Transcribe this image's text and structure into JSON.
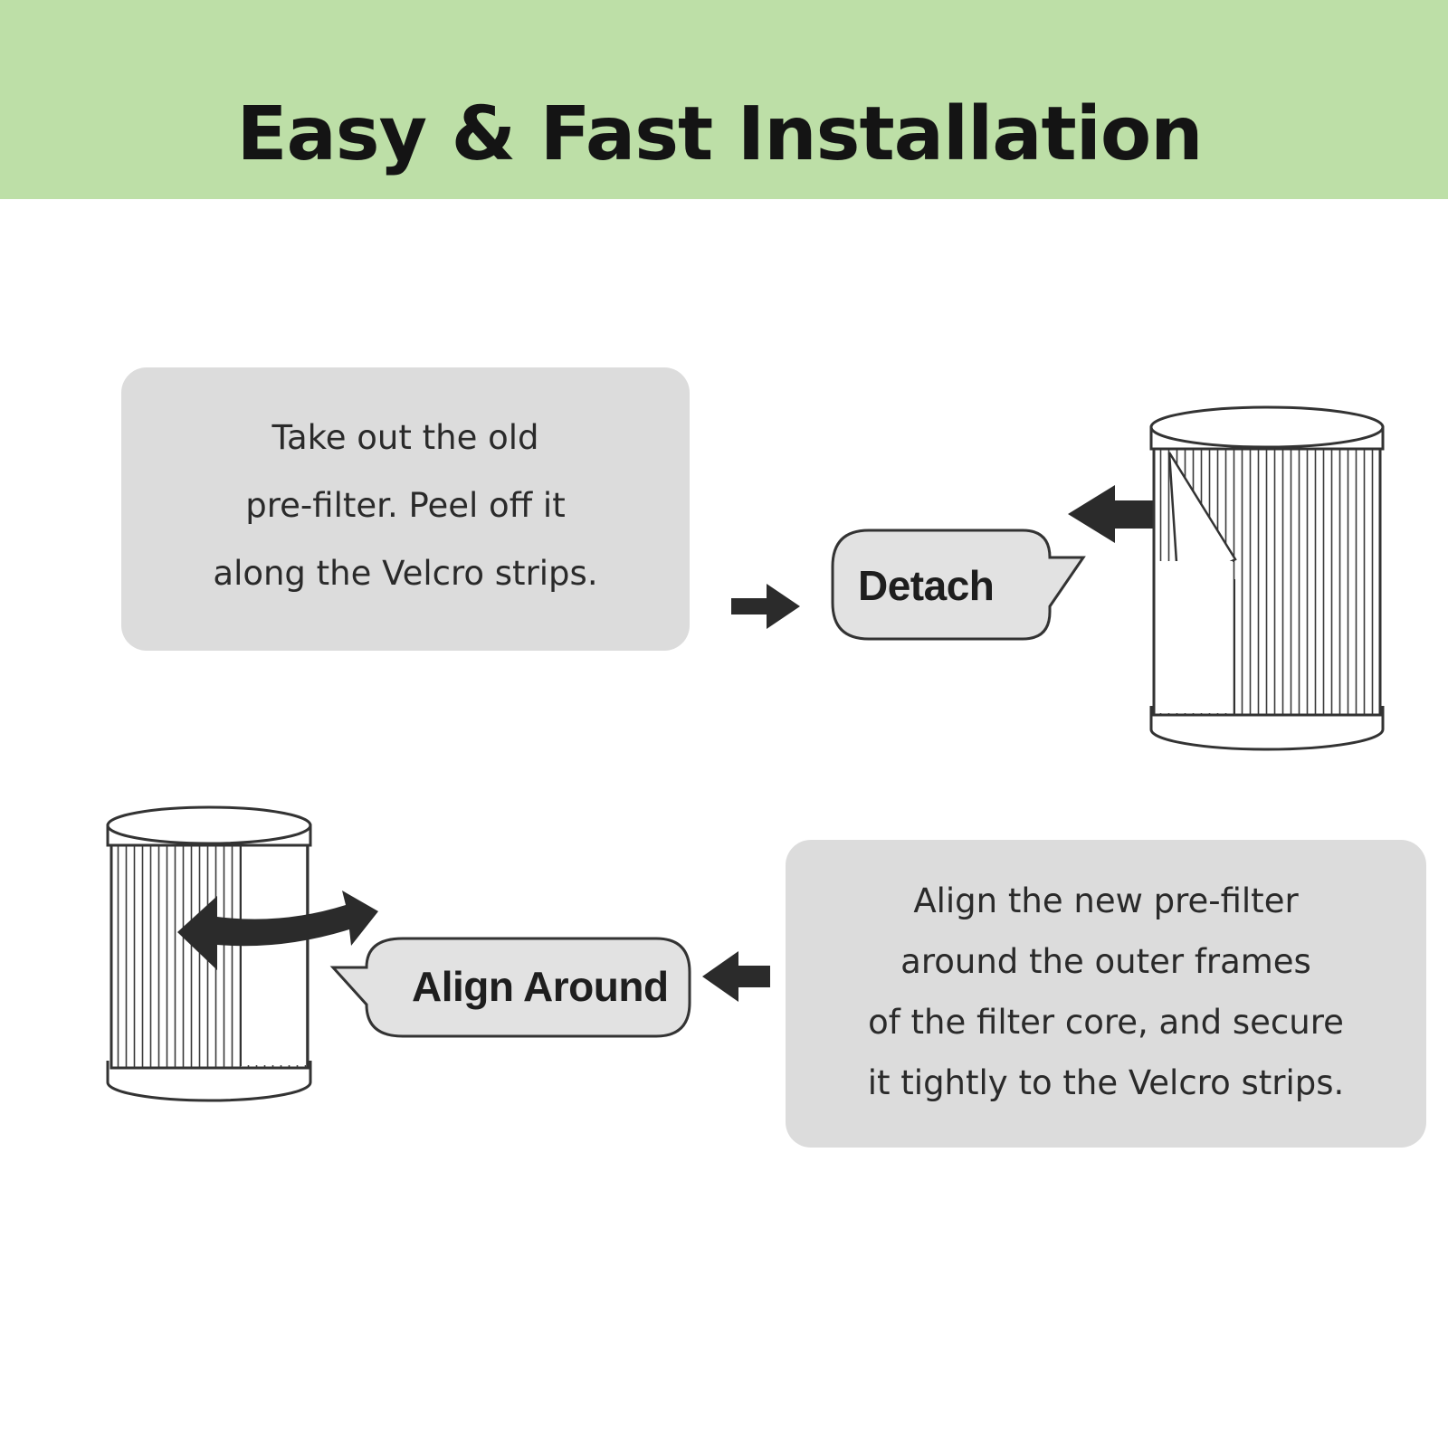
{
  "header": {
    "title": "Easy & Fast Installation",
    "background_color": "#bddfa7"
  },
  "steps": [
    {
      "instruction": "Take out the old\npre-filter. Peel off it\nalong the Velcro strips.",
      "bubble_label": "Detach"
    },
    {
      "instruction": "Align the new pre-filter\naround the outer frames\nof the filter core, and secure\nit tightly to the Velcro strips.",
      "bubble_label": "Align Around"
    }
  ],
  "icons": {
    "arrow": "right-arrow-icon",
    "filter": "cylinder-filter-icon",
    "curved_arrow": "double-headed-curved-arrow-icon"
  }
}
